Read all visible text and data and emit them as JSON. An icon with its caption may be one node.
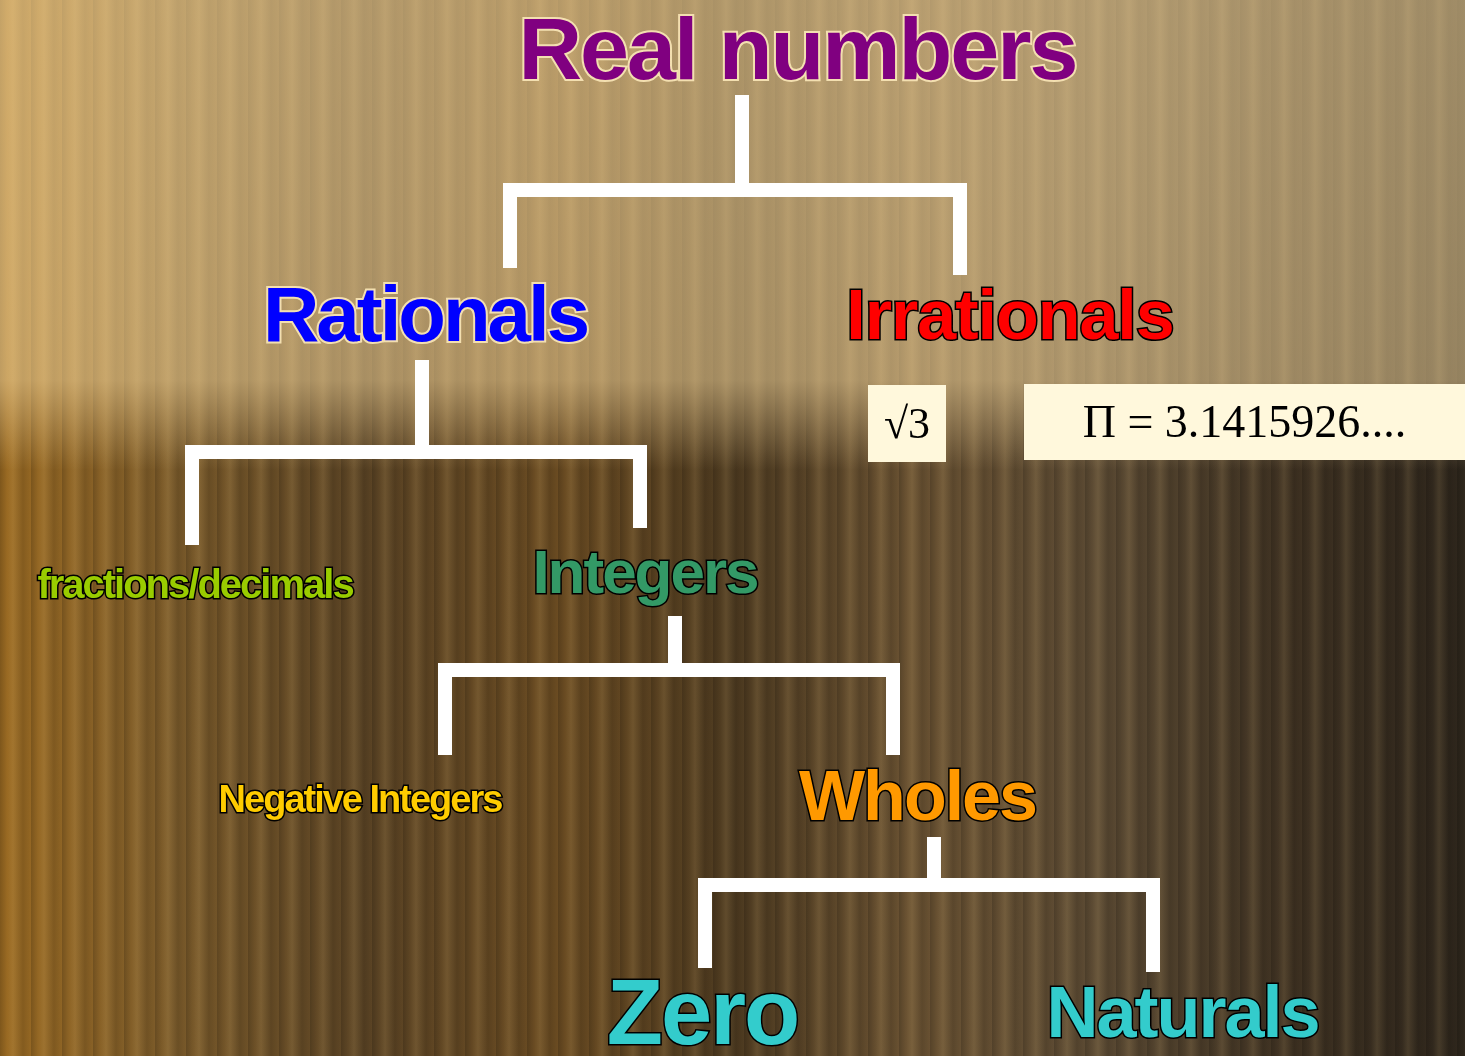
{
  "diagram": {
    "nodes": [
      {
        "text": [
          "Real numbers"
        ]
      },
      {
        "text": [
          "Rationals"
        ]
      },
      {
        "text": [
          "Irrationals"
        ]
      },
      {
        "text": [
          "fractions/decimals"
        ]
      },
      {
        "text": [
          "Integers"
        ]
      },
      {
        "text": [
          "Negative Integers"
        ]
      },
      {
        "text": [
          "Wholes"
        ]
      },
      {
        "text": [
          "Zero"
        ]
      },
      {
        "text": [
          "Naturals"
        ]
      },
      {
        "text": [
          "√3"
        ]
      },
      {
        "text": [
          "Π = 3.1415926...."
        ]
      }
    ],
    "edges": [
      {
        "from": 0,
        "to": 1,
        "arrow": "none"
      },
      {
        "from": 0,
        "to": 2,
        "arrow": "none"
      },
      {
        "from": 1,
        "to": 3,
        "arrow": "none"
      },
      {
        "from": 1,
        "to": 4,
        "arrow": "none"
      },
      {
        "from": 4,
        "to": 5,
        "arrow": "none"
      },
      {
        "from": 4,
        "to": 6,
        "arrow": "none"
      },
      {
        "from": 6,
        "to": 7,
        "arrow": "none"
      },
      {
        "from": 6,
        "to": 8,
        "arrow": "none"
      }
    ]
  }
}
